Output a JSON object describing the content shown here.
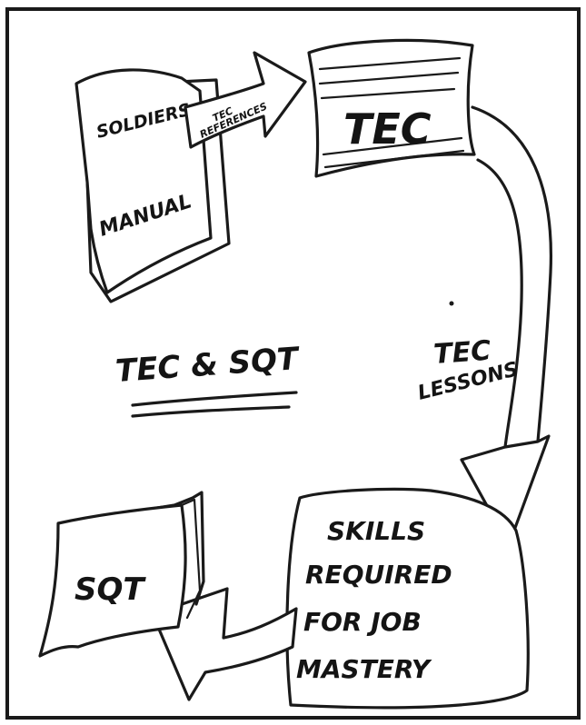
{
  "soldiers_manual": {
    "line1": "SOLDIERS",
    "line2": "MANUAL"
  },
  "tec_references": {
    "line1": "TEC",
    "line2": "REFERENCES"
  },
  "tec_box": {
    "label": "TEC"
  },
  "title": {
    "text": "TEC & SQT"
  },
  "tec_lessons": {
    "line1": "TEC",
    "line2": "LESSONS"
  },
  "skills_box": {
    "line1": "SKILLS",
    "line2": "REQUIRED",
    "line3": "FOR JOB",
    "line4": "MASTERY"
  },
  "sqt_box": {
    "label": "SQT"
  }
}
